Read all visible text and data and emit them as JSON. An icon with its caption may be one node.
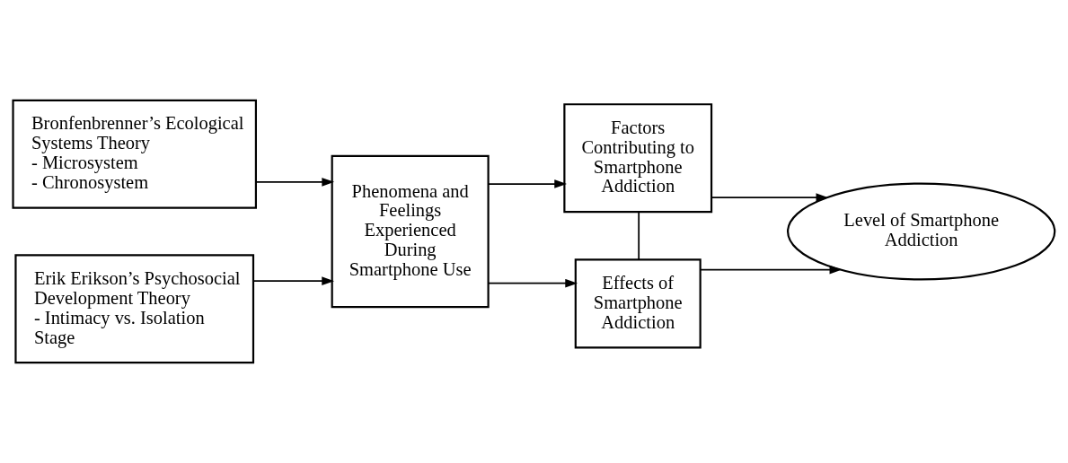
{
  "diagram": {
    "nodes": [
      {
        "text": [
          "Bronfenbrenner’s Ecological Systems Theory",
          "- Microsystem",
          "- Chronosystem"
        ]
      },
      {
        "text": [
          "Erik Erikson’s Psychosocial Development Theory",
          "- Intimacy vs. Isolation Stage"
        ]
      },
      {
        "text": [
          "Phenomena and Feelings Experienced During Smartphone Use"
        ]
      },
      {
        "text": [
          "Factors Contributing to Smartphone Addiction"
        ]
      },
      {
        "text": [
          "Effects of Smartphone Addiction"
        ]
      },
      {
        "text": [
          "Level of Smartphone Addiction"
        ]
      }
    ],
    "edges": [
      {
        "from": 0,
        "to": 2,
        "arrow": "to"
      },
      {
        "from": 1,
        "to": 2,
        "arrow": "to"
      },
      {
        "from": 2,
        "to": 3,
        "arrow": "to"
      },
      {
        "from": 2,
        "to": 4,
        "arrow": "to"
      },
      {
        "from": 3,
        "to": 4,
        "arrow": "none"
      },
      {
        "from": 3,
        "to": 5,
        "arrow": "to"
      },
      {
        "from": 4,
        "to": 5,
        "arrow": "to"
      }
    ]
  }
}
